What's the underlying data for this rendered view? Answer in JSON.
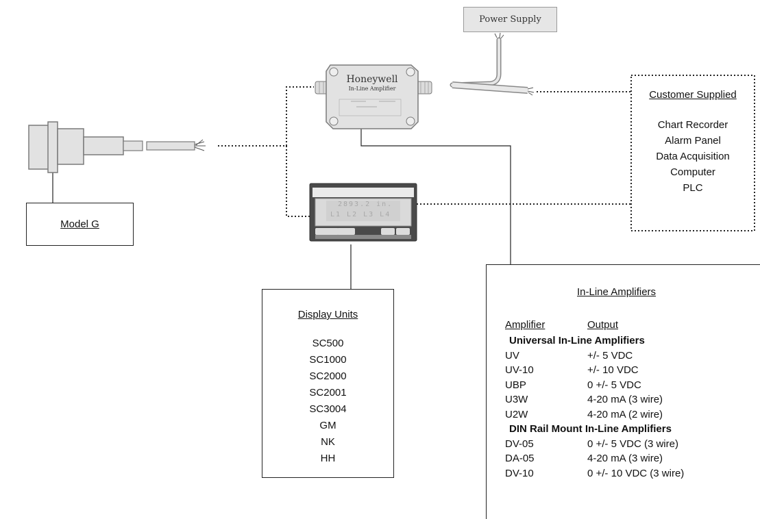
{
  "power_supply": {
    "label": "Power Supply"
  },
  "amplifier_device": {
    "brand": "Honeywell",
    "model": "In-Line Amplifier"
  },
  "display_device": {
    "line1": "2893.2 in.",
    "line2": "L1 L2 L3 L4"
  },
  "customer": {
    "title": "Customer Supplied",
    "items": [
      "Chart Recorder",
      "Alarm Panel",
      "Data Acquisition",
      "Computer",
      "PLC"
    ]
  },
  "model": {
    "label": "Model G"
  },
  "display_units": {
    "title": "Display Units",
    "items": [
      "SC500",
      "SC1000",
      "SC2000",
      "SC2001",
      "SC3004",
      "GM",
      "NK",
      "HH"
    ]
  },
  "amplifiers": {
    "title": "In-Line Amplifiers",
    "headers": {
      "amplifier": "Amplifier",
      "output": "Output"
    },
    "groups": [
      {
        "name": "Universal In-Line Amplifiers",
        "rows": [
          {
            "amplifier": "UV",
            "output": "+/- 5 VDC"
          },
          {
            "amplifier": "UV-10",
            "output": "+/- 10 VDC"
          },
          {
            "amplifier": "UBP",
            "output": "0 +/- 5 VDC"
          },
          {
            "amplifier": "U3W",
            "output": "4-20 mA (3 wire)"
          },
          {
            "amplifier": "U2W",
            "output": "4-20 mA (2 wire)"
          }
        ]
      },
      {
        "name": "DIN Rail Mount In-Line Amplifiers",
        "rows": [
          {
            "amplifier": "DV-05",
            "output": "0 +/- 5 VDC (3 wire)"
          },
          {
            "amplifier": "DA-05",
            "output": "4-20 mA (3 wire)"
          },
          {
            "amplifier": "DV-10",
            "output": "0 +/- 10 VDC (3 wire)"
          }
        ]
      }
    ]
  },
  "colors": {
    "line": "#222222",
    "device_fill": "#e2e2e2",
    "device_stroke": "#7a7a7a",
    "display_body": "#4a4a4a"
  }
}
